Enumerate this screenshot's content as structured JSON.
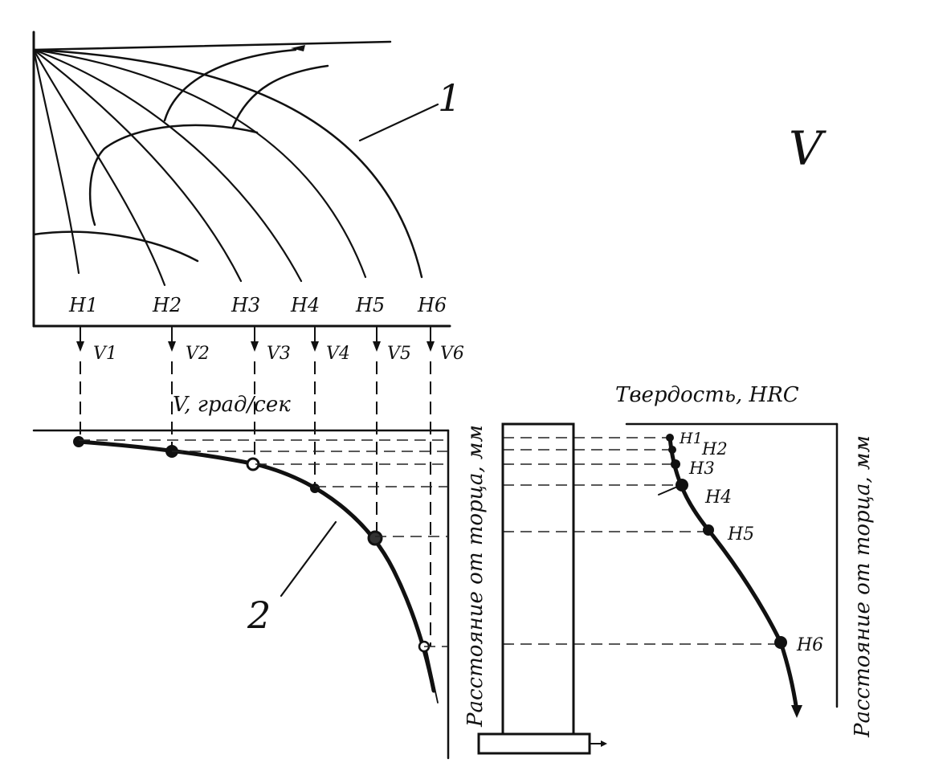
{
  "figure_mark": "V",
  "callouts": {
    "top": "1",
    "bottom": "2"
  },
  "hardness_labels": [
    "H1",
    "H2",
    "H3",
    "H4",
    "H5",
    "H6"
  ],
  "rate_labels": [
    "V1",
    "V2",
    "V3",
    "V4",
    "V5",
    "V6"
  ],
  "axes": {
    "rate_axis": "V, град/сек",
    "distance_axis_left": "Расстояние от торца, мм",
    "hardness_axis": "Твердость, HRC",
    "distance_axis_right": "Расстояние от торца, мм"
  },
  "right_point_labels": [
    "H1",
    "H2",
    "H3",
    "H4",
    "H5",
    "H6"
  ],
  "colors": {
    "ink": "#111111",
    "paper": "#ffffff"
  }
}
